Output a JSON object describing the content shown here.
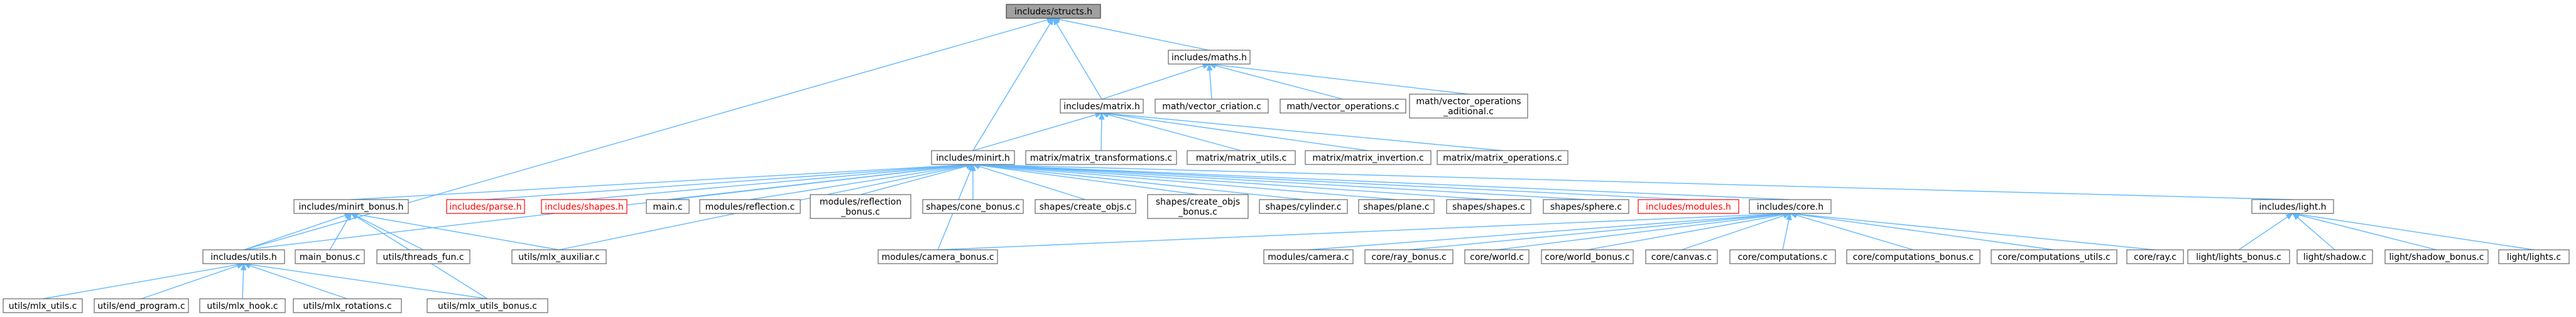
{
  "graph": {
    "nodes": [
      {
        "id": "structs",
        "label": [
          "includes/structs.h"
        ],
        "variant": "root"
      },
      {
        "id": "maths",
        "label": [
          "includes/maths.h"
        ]
      },
      {
        "id": "matrix",
        "label": [
          "includes/matrix.h"
        ]
      },
      {
        "id": "vec_criation",
        "label": [
          "math/vector_criation.c"
        ]
      },
      {
        "id": "vec_ops",
        "label": [
          "math/vector_operations.c"
        ]
      },
      {
        "id": "vec_ops_add",
        "label": [
          "math/vector_operations",
          "_aditional.c"
        ]
      },
      {
        "id": "minirt",
        "label": [
          "includes/minirt.h"
        ]
      },
      {
        "id": "mat_trans",
        "label": [
          "matrix/matrix_transformations.c"
        ]
      },
      {
        "id": "mat_utils",
        "label": [
          "matrix/matrix_utils.c"
        ]
      },
      {
        "id": "mat_inv",
        "label": [
          "matrix/matrix_invertion.c"
        ]
      },
      {
        "id": "mat_ops",
        "label": [
          "matrix/matrix_operations.c"
        ]
      },
      {
        "id": "minirt_bonus",
        "label": [
          "includes/minirt_bonus.h"
        ]
      },
      {
        "id": "parse",
        "label": [
          "includes/parse.h"
        ],
        "variant": "red"
      },
      {
        "id": "shapes_h",
        "label": [
          "includes/shapes.h"
        ],
        "variant": "red"
      },
      {
        "id": "main",
        "label": [
          "main.c"
        ]
      },
      {
        "id": "reflection",
        "label": [
          "modules/reflection.c"
        ]
      },
      {
        "id": "reflection_bonus",
        "label": [
          "modules/reflection",
          "_bonus.c"
        ]
      },
      {
        "id": "cone_bonus",
        "label": [
          "shapes/cone_bonus.c"
        ]
      },
      {
        "id": "create_objs",
        "label": [
          "shapes/create_objs.c"
        ]
      },
      {
        "id": "create_objs_bonus",
        "label": [
          "shapes/create_objs",
          "_bonus.c"
        ]
      },
      {
        "id": "cylinder",
        "label": [
          "shapes/cylinder.c"
        ]
      },
      {
        "id": "plane",
        "label": [
          "shapes/plane.c"
        ]
      },
      {
        "id": "shapes_c",
        "label": [
          "shapes/shapes.c"
        ]
      },
      {
        "id": "sphere",
        "label": [
          "shapes/sphere.c"
        ]
      },
      {
        "id": "modules_h",
        "label": [
          "includes/modules.h"
        ],
        "variant": "red"
      },
      {
        "id": "core_h",
        "label": [
          "includes/core.h"
        ]
      },
      {
        "id": "light_h",
        "label": [
          "includes/light.h"
        ]
      },
      {
        "id": "utils_h",
        "label": [
          "includes/utils.h"
        ]
      },
      {
        "id": "main_bonus",
        "label": [
          "main_bonus.c"
        ]
      },
      {
        "id": "threads_fun",
        "label": [
          "utils/threads_fun.c"
        ]
      },
      {
        "id": "mlx_aux",
        "label": [
          "utils/mlx_auxiliar.c"
        ]
      },
      {
        "id": "camera_bonus",
        "label": [
          "modules/camera_bonus.c"
        ]
      },
      {
        "id": "camera",
        "label": [
          "modules/camera.c"
        ]
      },
      {
        "id": "ray_bonus",
        "label": [
          "core/ray_bonus.c"
        ]
      },
      {
        "id": "world",
        "label": [
          "core/world.c"
        ]
      },
      {
        "id": "world_bonus",
        "label": [
          "core/world_bonus.c"
        ]
      },
      {
        "id": "canvas",
        "label": [
          "core/canvas.c"
        ]
      },
      {
        "id": "computations",
        "label": [
          "core/computations.c"
        ]
      },
      {
        "id": "computations_bonus",
        "label": [
          "core/computations_bonus.c"
        ]
      },
      {
        "id": "computations_utils",
        "label": [
          "core/computations_utils.c"
        ]
      },
      {
        "id": "ray",
        "label": [
          "core/ray.c"
        ]
      },
      {
        "id": "lights_bonus",
        "label": [
          "light/lights_bonus.c"
        ]
      },
      {
        "id": "shadow",
        "label": [
          "light/shadow.c"
        ]
      },
      {
        "id": "shadow_bonus",
        "label": [
          "light/shadow_bonus.c"
        ]
      },
      {
        "id": "lights",
        "label": [
          "light/lights.c"
        ]
      },
      {
        "id": "mlx_utils",
        "label": [
          "utils/mlx_utils.c"
        ]
      },
      {
        "id": "end_program",
        "label": [
          "utils/end_program.c"
        ]
      },
      {
        "id": "mlx_hook",
        "label": [
          "utils/mlx_hook.c"
        ]
      },
      {
        "id": "mlx_rotations",
        "label": [
          "utils/mlx_rotations.c"
        ]
      },
      {
        "id": "mlx_utils_bonus",
        "label": [
          "utils/mlx_utils_bonus.c"
        ]
      }
    ],
    "edges": [
      [
        "maths",
        "structs"
      ],
      [
        "matrix",
        "structs"
      ],
      [
        "minirt",
        "structs"
      ],
      [
        "utils_h",
        "structs"
      ],
      [
        "matrix",
        "maths"
      ],
      [
        "vec_criation",
        "maths"
      ],
      [
        "vec_ops",
        "maths"
      ],
      [
        "vec_ops_add",
        "maths"
      ],
      [
        "minirt",
        "matrix"
      ],
      [
        "mat_trans",
        "matrix"
      ],
      [
        "mat_utils",
        "matrix"
      ],
      [
        "mat_inv",
        "matrix"
      ],
      [
        "mat_ops",
        "matrix"
      ],
      [
        "minirt_bonus",
        "minirt"
      ],
      [
        "parse",
        "minirt"
      ],
      [
        "shapes_h",
        "minirt"
      ],
      [
        "main",
        "minirt"
      ],
      [
        "reflection",
        "minirt"
      ],
      [
        "reflection_bonus",
        "minirt"
      ],
      [
        "cone_bonus",
        "minirt"
      ],
      [
        "create_objs",
        "minirt"
      ],
      [
        "create_objs_bonus",
        "minirt"
      ],
      [
        "cylinder",
        "minirt"
      ],
      [
        "plane",
        "minirt"
      ],
      [
        "shapes_c",
        "minirt"
      ],
      [
        "sphere",
        "minirt"
      ],
      [
        "modules_h",
        "minirt"
      ],
      [
        "core_h",
        "minirt"
      ],
      [
        "light_h",
        "minirt"
      ],
      [
        "utils_h",
        "minirt"
      ],
      [
        "mlx_aux",
        "minirt"
      ],
      [
        "camera_bonus",
        "minirt"
      ],
      [
        "utils_h",
        "minirt_bonus"
      ],
      [
        "main_bonus",
        "minirt_bonus"
      ],
      [
        "threads_fun",
        "minirt_bonus"
      ],
      [
        "mlx_aux",
        "minirt_bonus"
      ],
      [
        "mlx_utils_bonus",
        "minirt_bonus"
      ],
      [
        "camera_bonus",
        "core_h"
      ],
      [
        "camera",
        "core_h"
      ],
      [
        "ray_bonus",
        "core_h"
      ],
      [
        "world",
        "core_h"
      ],
      [
        "world_bonus",
        "core_h"
      ],
      [
        "canvas",
        "core_h"
      ],
      [
        "computations",
        "core_h"
      ],
      [
        "computations_bonus",
        "core_h"
      ],
      [
        "computations_utils",
        "core_h"
      ],
      [
        "ray",
        "core_h"
      ],
      [
        "lights_bonus",
        "light_h"
      ],
      [
        "shadow",
        "light_h"
      ],
      [
        "shadow_bonus",
        "light_h"
      ],
      [
        "lights",
        "light_h"
      ],
      [
        "mlx_utils",
        "utils_h"
      ],
      [
        "end_program",
        "utils_h"
      ],
      [
        "mlx_hook",
        "utils_h"
      ],
      [
        "mlx_rotations",
        "utils_h"
      ],
      [
        "mlx_utils_bonus",
        "utils_h"
      ]
    ]
  }
}
